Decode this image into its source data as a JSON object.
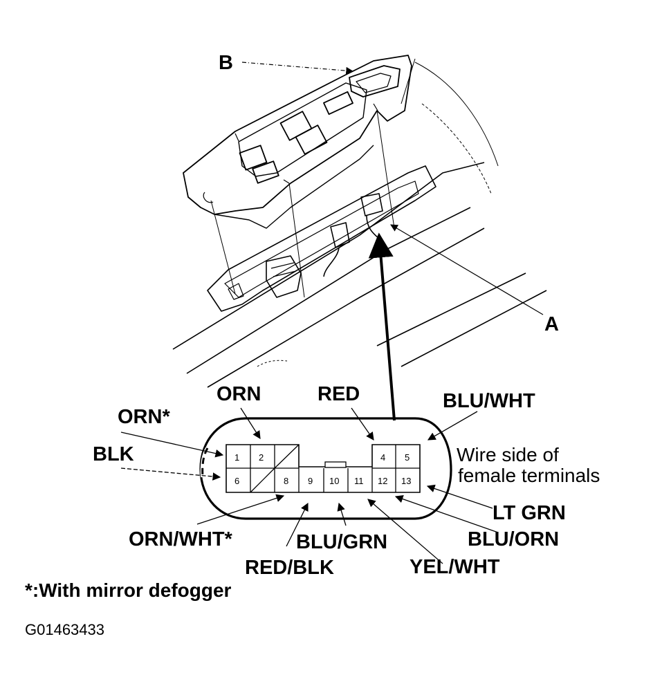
{
  "callouts": {
    "a": "A",
    "b": "B"
  },
  "wires": {
    "orn_star": "ORN*",
    "blk": "BLK",
    "orn": "ORN",
    "red": "RED",
    "blu_wht": "BLU/WHT",
    "orn_wht_star": "ORN/WHT*",
    "red_blk": "RED/BLK",
    "blu_grn": "BLU/GRN",
    "yel_wht": "YEL/WHT",
    "blu_orn": "BLU/ORN",
    "lt_grn": "LT GRN"
  },
  "connector": {
    "caption_line1": "Wire side of",
    "caption_line2": "female terminals",
    "pins": [
      "1",
      "2",
      "4",
      "5",
      "6",
      "8",
      "9",
      "10",
      "11",
      "12",
      "13"
    ]
  },
  "footnote": "*:With mirror defogger",
  "figure_code": "G01463433"
}
